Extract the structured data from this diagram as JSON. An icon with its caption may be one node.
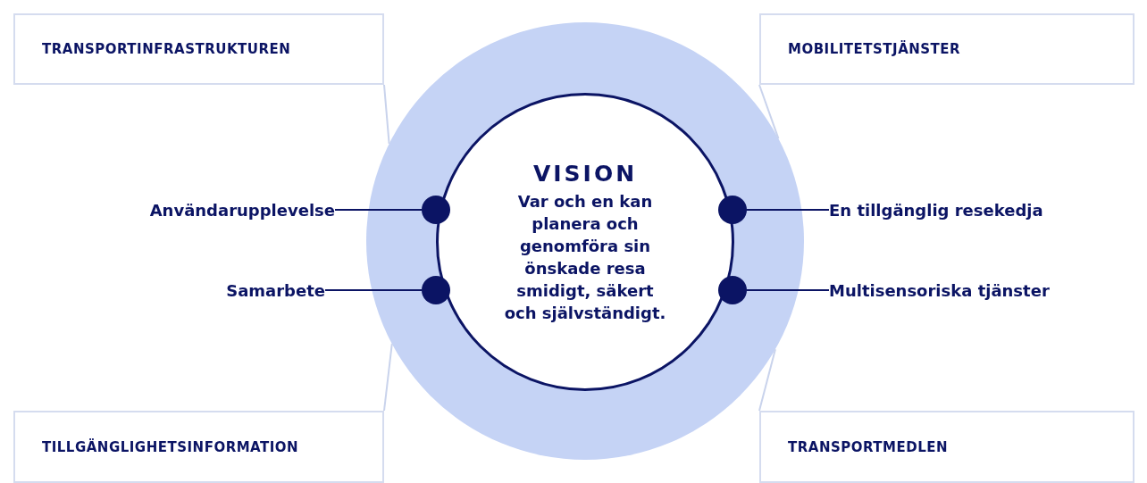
{
  "diagram": {
    "nodes": [
      {
        "text": [
          "TRANSPORTINFRASTRUKTUREN"
        ]
      },
      {
        "text": [
          "MOBILITETSTJÄNSTER"
        ]
      },
      {
        "text": [],
        "shape": "circle"
      },
      {
        "text": [
          "VISION",
          "Var och en kan planera och genomföra sin önskade resa smidigt, säkert och självständigt."
        ],
        "in": 2
      },
      {
        "text": [
          "Användarupplevelse"
        ]
      },
      {
        "text": [],
        "shape": "circle",
        "in": 2
      },
      {
        "text": [],
        "shape": "circle",
        "in": 2
      },
      {
        "text": [
          "En tillgänglig resekedja"
        ]
      },
      {
        "text": [
          "Samarbete"
        ]
      },
      {
        "text": [],
        "shape": "circle",
        "in": 2
      },
      {
        "text": [],
        "shape": "circle",
        "in": 2
      },
      {
        "text": [
          "Multisensoriska tjänster"
        ]
      },
      {
        "text": [
          "TILLGÄNGLIGHETSINFORMATION"
        ]
      },
      {
        "text": [
          "TRANSPORTMEDLEN"
        ]
      }
    ],
    "edges": [
      {
        "from": 0,
        "to": 2,
        "arrow": "none",
        "color": "#c9d3ec"
      },
      {
        "from": 1,
        "to": 2,
        "arrow": "none",
        "color": "#c9d3ec"
      },
      {
        "from": 12,
        "to": 2,
        "arrow": "none",
        "color": "#c9d3ec"
      },
      {
        "from": 13,
        "to": 2,
        "arrow": "none",
        "color": "#c9d3ec"
      },
      {
        "from": 4,
        "to": 5,
        "arrow": "none",
        "color": "#0b1464"
      },
      {
        "from": 6,
        "to": 7,
        "arrow": "none",
        "color": "#0b1464"
      },
      {
        "from": 8,
        "to": 9,
        "arrow": "none",
        "color": "#0b1464"
      },
      {
        "from": 10,
        "to": 11,
        "arrow": "none",
        "color": "#0b1464"
      }
    ]
  }
}
